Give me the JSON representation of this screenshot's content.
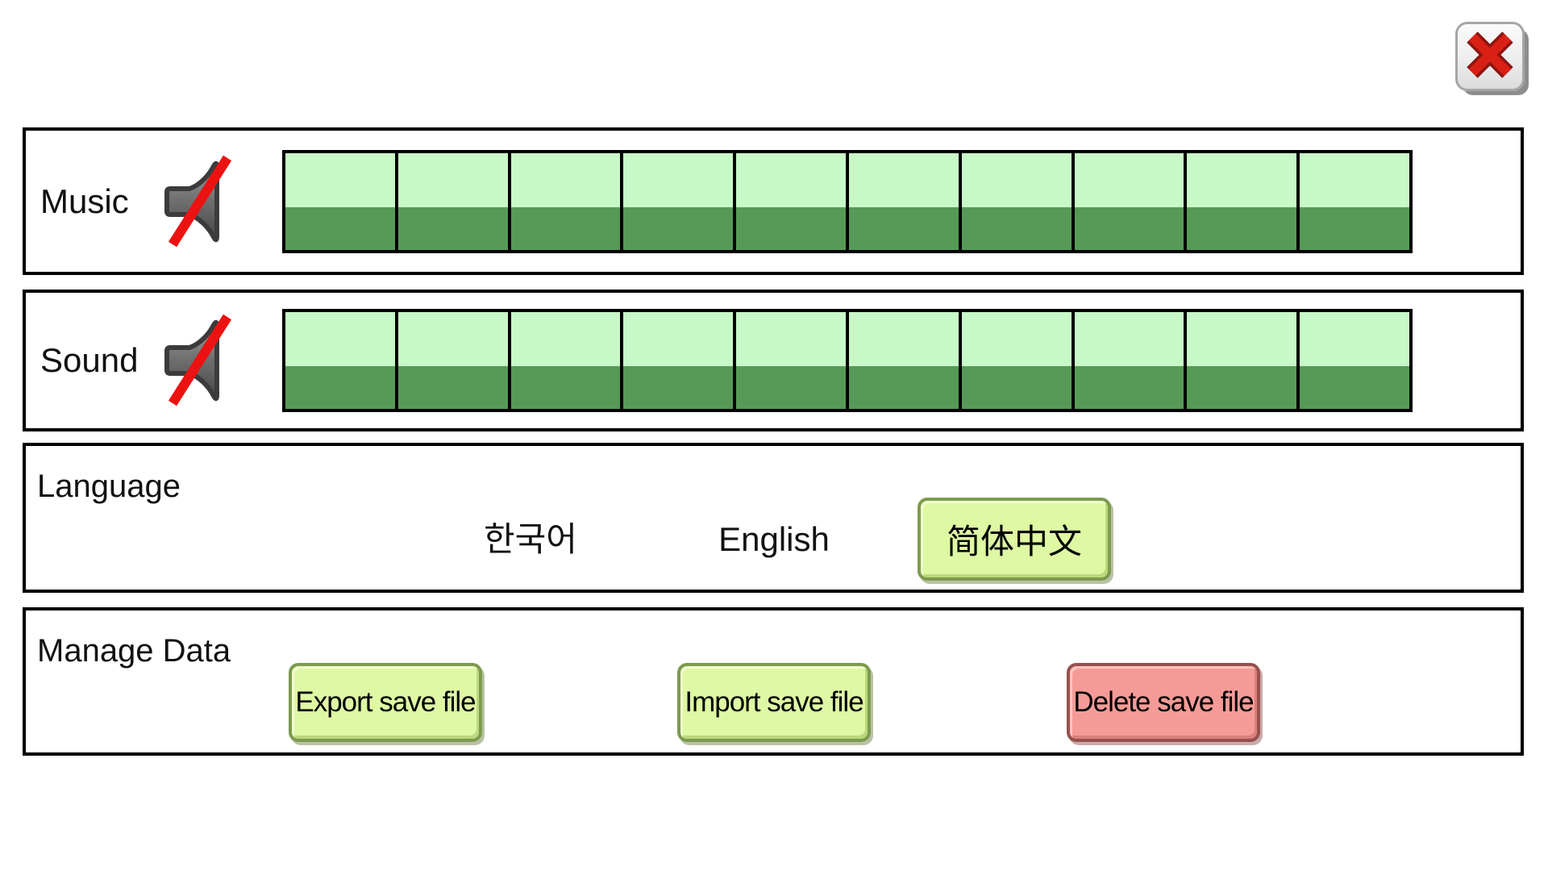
{
  "window": {
    "close_icon": "x-mark"
  },
  "colors": {
    "panel_border": "#000000",
    "volume_fill_light": "#c8f8c8",
    "volume_fill_dark": "#579a57",
    "button_green_face": "#def8a4",
    "button_green_border": "#7d9b4e",
    "button_red_face": "#f59b97",
    "button_red_border": "#97504d",
    "close_x_red": "#d92015",
    "mute_slash_red": "#ec1212"
  },
  "audio": {
    "rows": [
      {
        "label": "Music",
        "muted": true,
        "segments_total": 10,
        "segments_filled": 10
      },
      {
        "label": "Sound",
        "muted": true,
        "segments_total": 10,
        "segments_filled": 10
      }
    ]
  },
  "language": {
    "label": "Language",
    "options": [
      {
        "label": "한국어",
        "selected": false
      },
      {
        "label": "English",
        "selected": false
      },
      {
        "label": "简体中文",
        "selected": true
      }
    ]
  },
  "manage_data": {
    "label": "Manage Data",
    "buttons": [
      {
        "label": "Export save file",
        "variant": "green"
      },
      {
        "label": "Import save file",
        "variant": "green"
      },
      {
        "label": "Delete save file",
        "variant": "red"
      }
    ]
  }
}
